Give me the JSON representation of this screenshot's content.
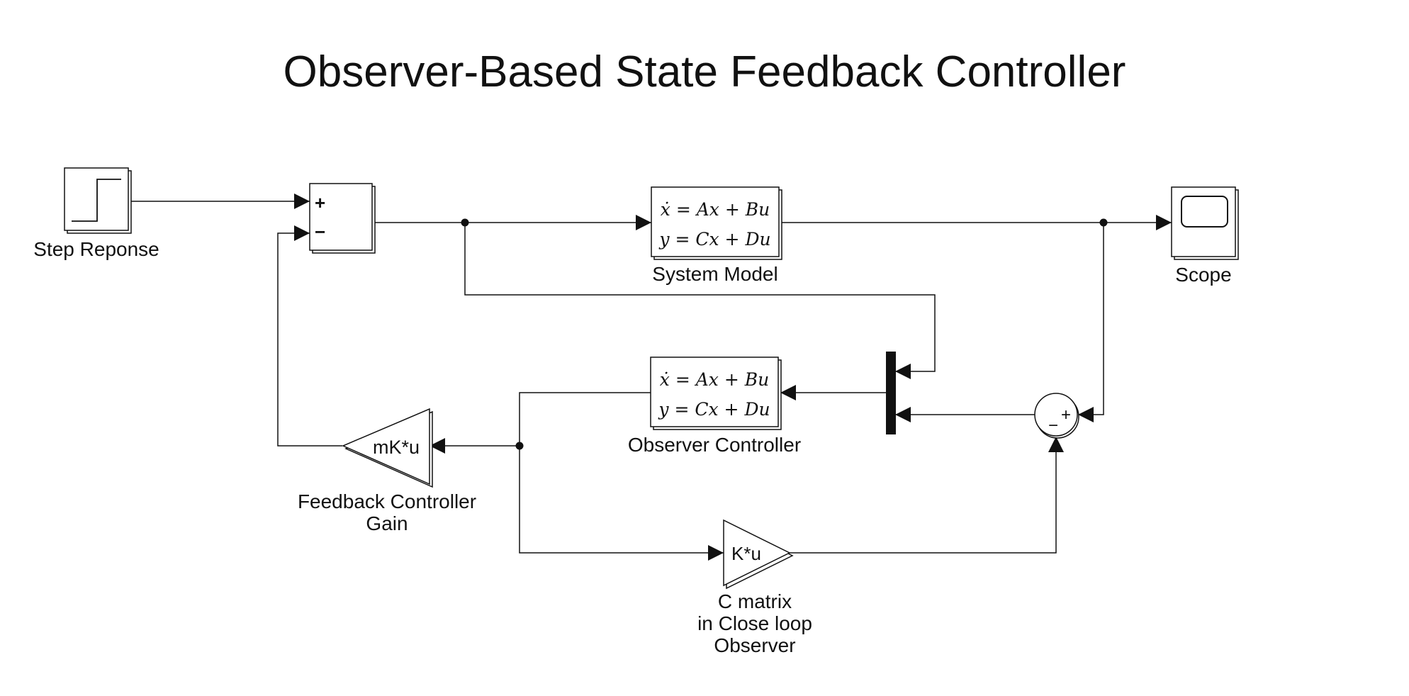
{
  "title": "Observer-Based State Feedback Controller",
  "blocks": {
    "step": {
      "label": "Step Reponse"
    },
    "sum": {
      "plus": "+",
      "minus": "−"
    },
    "system_model": {
      "label": "System Model",
      "eq1": "ẋ = Ax + Bu",
      "eq2": "y = Cx + Du"
    },
    "scope": {
      "label": "Scope"
    },
    "observer": {
      "label": "Observer Controller",
      "eq1": "ẋ = Ax + Bu",
      "eq2": "y = Cx + Du"
    },
    "feedback_gain": {
      "text": "mK*u",
      "label_line1": "Feedback Controller",
      "label_line2": "Gain"
    },
    "c_matrix": {
      "text": "K*u",
      "label_line1": "C matrix",
      "label_line2": "in Close loop",
      "label_line3": "Observer"
    },
    "error_sum": {
      "plus": "+",
      "minus": "−"
    }
  },
  "colors": {
    "line": "#111111",
    "background": "#ffffff"
  }
}
